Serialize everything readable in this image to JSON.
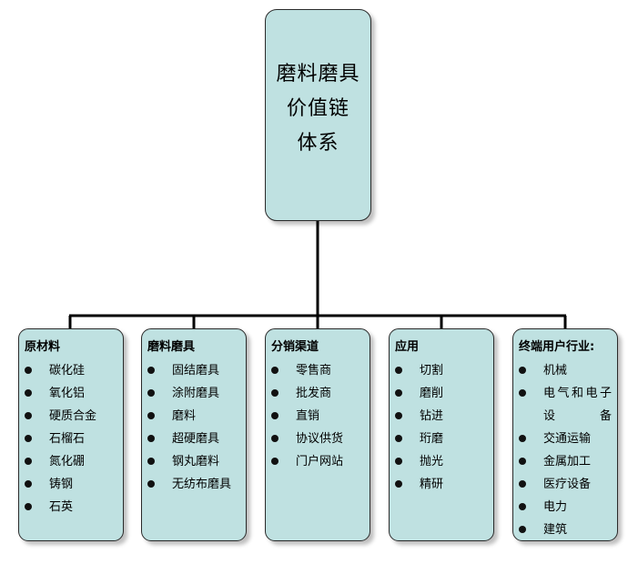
{
  "root": {
    "lines": [
      "磨料磨具",
      "价值链",
      "体系"
    ]
  },
  "categories": [
    {
      "title": "原材料",
      "items": [
        "碳化硅",
        "氧化铝",
        "硬质合金",
        "石榴石",
        "氮化硼",
        "铸钢",
        "石英"
      ]
    },
    {
      "title": "磨料磨具",
      "items": [
        "固结磨具",
        "涂附磨具",
        "磨料",
        "超硬磨具",
        "钢丸磨料",
        "无纺布磨具"
      ]
    },
    {
      "title": "分销渠道",
      "items": [
        "零售商",
        "批发商",
        "直销",
        "协议供货",
        "门户网站"
      ]
    },
    {
      "title": "应用",
      "items": [
        "切割",
        "磨削",
        "钻进",
        "珩磨",
        "抛光",
        "精研"
      ]
    },
    {
      "title": "终端用户行业:",
      "items": [
        "机械",
        "电气和电子设备",
        "交通运输",
        "金属加工",
        "医疗设备",
        "电力",
        "建筑"
      ]
    }
  ]
}
